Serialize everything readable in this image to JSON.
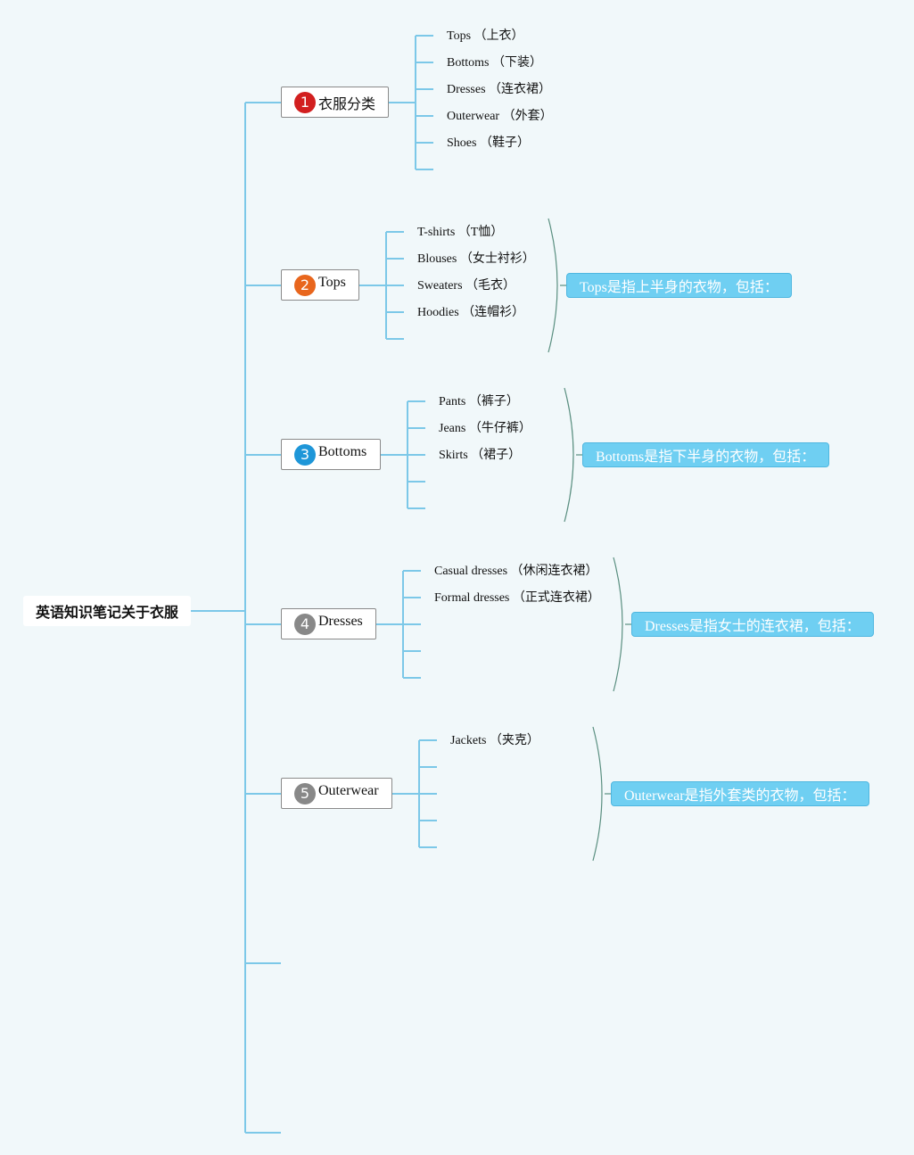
{
  "root": {
    "title": "英语知识笔记关于衣服"
  },
  "branches": [
    {
      "badge": "1",
      "label": "衣服分类",
      "badge_color": "#d21f1f",
      "items": [
        "Tops （上衣）",
        "Bottoms （下装）",
        "Dresses （连衣裙）",
        "Outerwear （外套）",
        "Shoes （鞋子）"
      ]
    },
    {
      "badge": "2",
      "label": "Tops",
      "badge_color": "#e8661d",
      "items": [
        "T-shirts （T恤）",
        "Blouses （女士衬衫）",
        "Sweaters （毛衣）",
        "Hoodies （连帽衫）"
      ],
      "note": "Tops是指上半身的衣物，包括："
    },
    {
      "badge": "3",
      "label": "Bottoms",
      "badge_color": "#1e96d8",
      "items": [
        "Pants （裤子）",
        "Jeans （牛仔裤）",
        "Skirts （裙子）"
      ],
      "note": "Bottoms是指下半身的衣物，包括："
    },
    {
      "badge": "4",
      "label": "Dresses",
      "badge_color": "#888888",
      "items": [
        "Casual dresses （休闲连衣裙）",
        "Formal dresses （正式连衣裙）"
      ],
      "note": "Dresses是指女士的连衣裙，包括："
    },
    {
      "badge": "5",
      "label": "Outerwear",
      "badge_color": "#888888",
      "items": [
        "Jackets （夹克）"
      ],
      "note": "Outerwear是指外套类的衣物，包括："
    }
  ],
  "colors": {
    "connector": "#7cc8e8",
    "note_fill": "#6fcff2",
    "bracket": "#5a8f80"
  }
}
